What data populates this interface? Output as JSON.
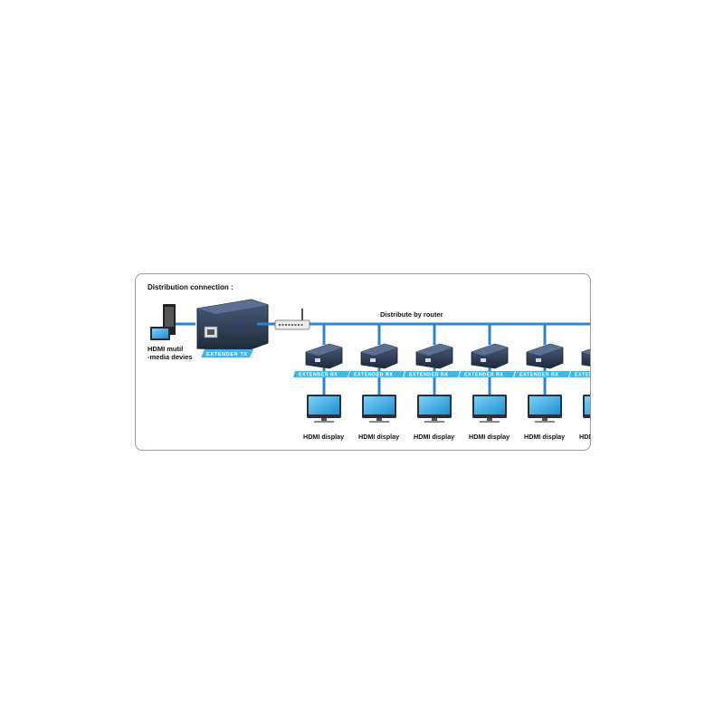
{
  "title": "Distribution connection :",
  "router_caption": "Distribute by router",
  "source_caption": {
    "line1": "HDMI mutil",
    "line2": "-media devies"
  },
  "transmitter_label": "EXTENDER TX",
  "receiver_label": "EXTENDER RX",
  "display_label": "HDMI display",
  "receiver_count": 6,
  "colors": {
    "cable": "#2f84c9",
    "device_body": "#2e3e57",
    "label_stripe": "#46b4e4",
    "screen": "#39a9e4",
    "border": "#9a9a9a"
  }
}
